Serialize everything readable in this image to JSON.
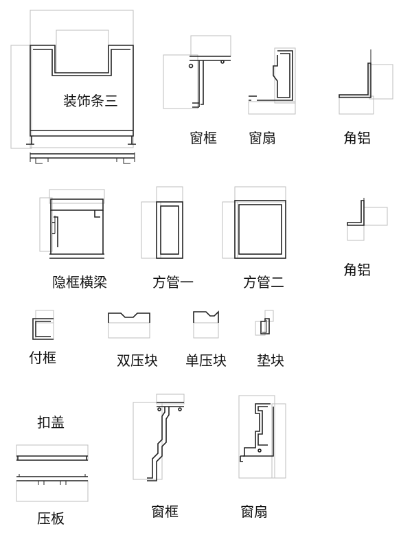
{
  "colors": {
    "profile": "#222222",
    "guide_box": "#bdbdbd",
    "background": "#ffffff"
  },
  "labels": {
    "trim_three": "装饰条三",
    "window_frame_1": "窗框",
    "window_sash_1": "窗扇",
    "angle_alu_1": "角铝",
    "hidden_frame_beam": "隐框横梁",
    "square_tube_1": "方管一",
    "square_tube_2": "方管二",
    "angle_alu_2": "角铝",
    "sub_frame": "付框",
    "double_press_block": "双压块",
    "single_press_block": "单压块",
    "pad_block": "垫块",
    "cover_cap": "扣盖",
    "press_plate": "压板",
    "window_frame_2": "窗框",
    "window_sash_2": "窗扇"
  }
}
